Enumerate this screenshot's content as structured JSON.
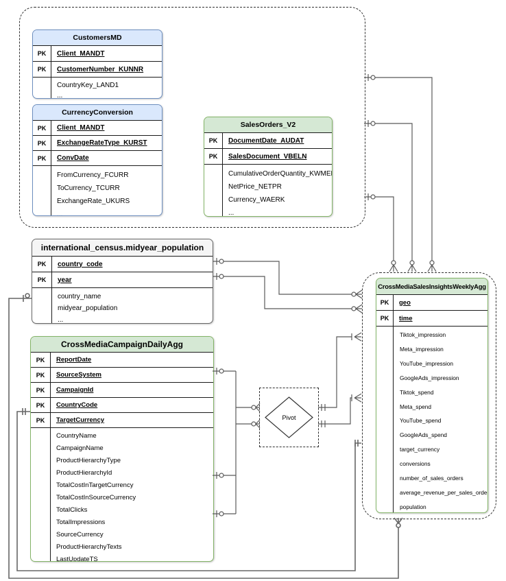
{
  "diagram": {
    "pk_label": "PK",
    "pivot": {
      "label": "Pivot"
    },
    "colors": {
      "blue_fill": "#dae8fc",
      "blue_border": "#6c8ebf",
      "green_fill": "#d5e8d4",
      "green_border": "#82b366",
      "gray_fill": "#f5f5f5",
      "gray_border": "#666666",
      "line": "#595959",
      "dashed_container": "#2f2f2f"
    },
    "tables": {
      "customers_md": {
        "title": "CustomersMD",
        "pk": [
          "Client_MANDT",
          "CustomerNumber_KUNNR"
        ],
        "fields": [
          "CountryKey_LAND1",
          "..."
        ]
      },
      "currency_conversion": {
        "title": "CurrencyConversion",
        "pk": [
          "Client_MANDT",
          "ExchangeRateType_KURST",
          "ConvDate"
        ],
        "fields": [
          "FromCurrency_FCURR",
          "ToCurrency_TCURR",
          "ExchangeRate_UKURS",
          "..."
        ]
      },
      "sales_orders_v2": {
        "title": "SalesOrders_V2",
        "pk": [
          "DocumentDate_AUDAT",
          "SalesDocument_VBELN"
        ],
        "fields": [
          "CumulativeOrderQuantity_KWMENG",
          "NetPrice_NETPR",
          "Currency_WAERK",
          "..."
        ]
      },
      "census": {
        "title": "international_census.midyear_population",
        "pk": [
          "country_code",
          "year"
        ],
        "fields": [
          "country_name",
          "midyear_population",
          "..."
        ]
      },
      "campaign_daily": {
        "title": "CrossMediaCampaignDailyAgg",
        "pk": [
          "ReportDate",
          "SourceSystem",
          "CampaignId",
          "CountryCode",
          "TargetCurrency"
        ],
        "fields": [
          "CountryName",
          "CampaignName",
          "ProductHierarchyType",
          "ProductHierarchyId",
          "TotalCostInTargetCurrency",
          "TotalCostInSourceCurrency",
          "TotalClicks",
          "TotalImpressions",
          "SourceCurrency",
          "ProductHierarchyTexts",
          "LastUpdateTS"
        ]
      },
      "weekly_agg": {
        "title": "CrossMediaSalesInsightsWeeklyAgg",
        "pk": [
          "geo",
          "time"
        ],
        "fields": [
          "Tiktok_impression",
          "Meta_impression",
          "YouTube_impression",
          "GoogleAds_impression",
          "Tiktok_spend",
          "Meta_spend",
          "YouTube_spend",
          "GoogleAds_spend",
          "target_currency",
          "conversions",
          "number_of_sales_orders",
          "average_revenue_per_sales_order",
          "population"
        ]
      }
    },
    "relationships": [
      {
        "from": "CustomersMD",
        "to": "CrossMediaSalesInsightsWeeklyAgg",
        "from_card": "zero-or-one",
        "to_card": "zero-or-many"
      },
      {
        "from": "CurrencyConversion",
        "to": "CrossMediaSalesInsightsWeeklyAgg",
        "from_card": "zero-or-one",
        "to_card": "zero-or-many"
      },
      {
        "from": "SalesOrders_V2",
        "to": "CrossMediaSalesInsightsWeeklyAgg",
        "from_card": "zero-or-one",
        "to_card": "zero-or-many"
      },
      {
        "from": "international_census.midyear_population.country_code",
        "to": "CrossMediaSalesInsightsWeeklyAgg",
        "from_card": "zero-or-one",
        "to_card": "zero-or-many"
      },
      {
        "from": "international_census.midyear_population.year",
        "to": "CrossMediaSalesInsightsWeeklyAgg",
        "from_card": "zero-or-one",
        "to_card": "zero-or-many"
      },
      {
        "from": "international_census.midyear_population",
        "to": "CrossMediaSalesInsightsWeeklyAgg (bottom)",
        "from_card": "zero-or-one",
        "to_card": "zero-or-many"
      },
      {
        "from": "CrossMediaCampaignDailyAgg.SourceSystem / TotalCostInTargetCurrency / TotalImpressions",
        "to": "Pivot",
        "from_card": "zero-or-one",
        "to_card": "zero-or-many"
      },
      {
        "from": "Pivot",
        "to": "CrossMediaSalesInsightsWeeklyAgg",
        "from_card": "exactly-one",
        "to_card": "one-or-many"
      },
      {
        "from": "CrossMediaCampaignDailyAgg.TargetCurrency",
        "to": "CrossMediaSalesInsightsWeeklyAgg",
        "from_card": "exactly-one",
        "to_card": "exactly-one"
      }
    ]
  }
}
